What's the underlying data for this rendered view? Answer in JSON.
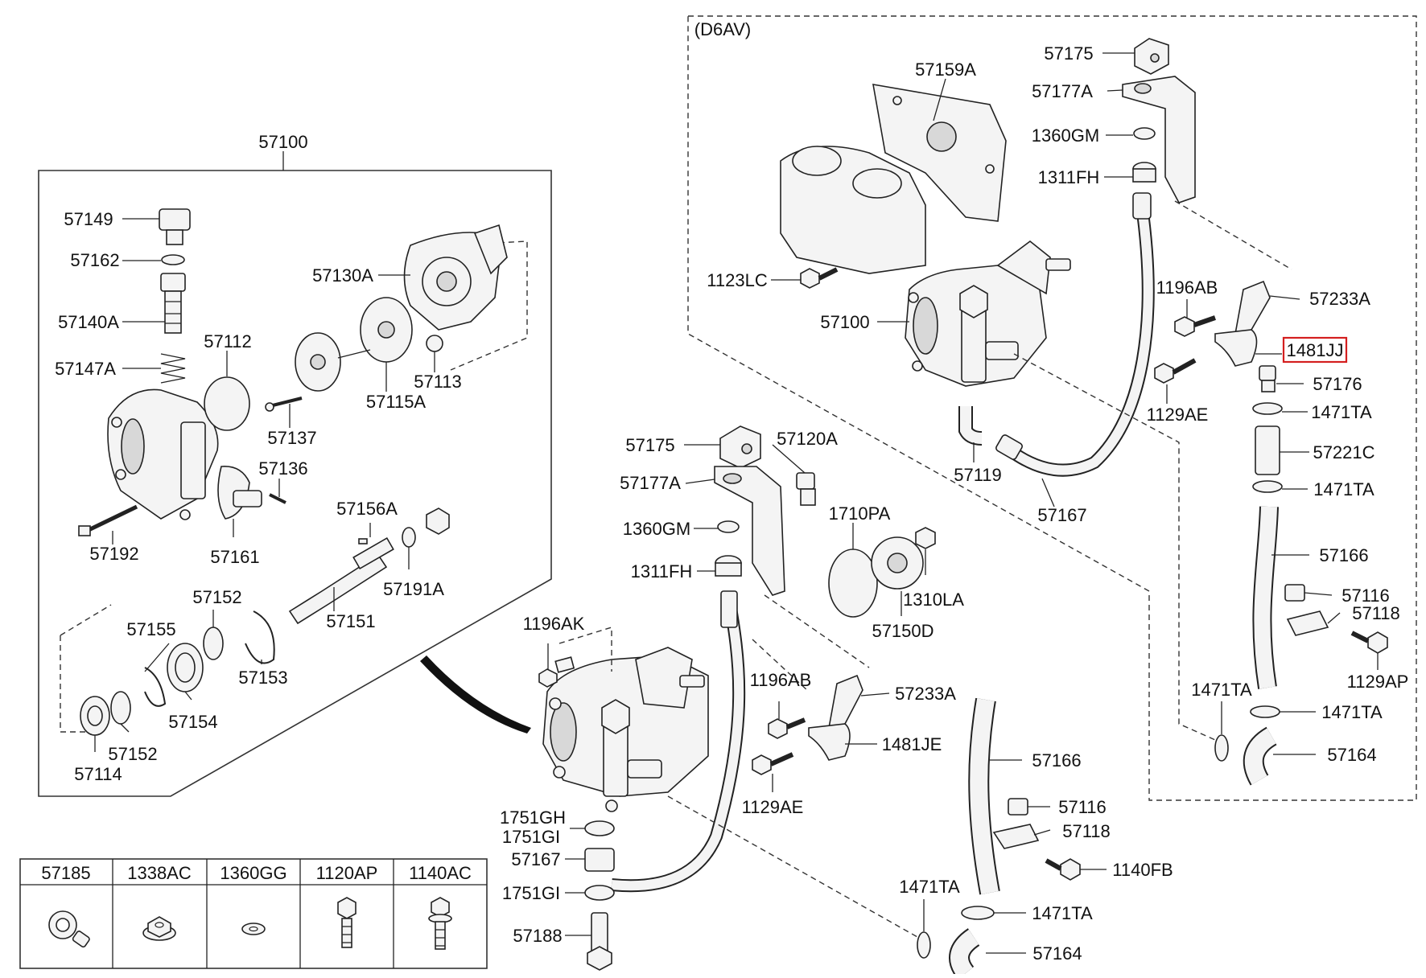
{
  "diagram": {
    "variant_label": "(D6AV)",
    "highlighted_part": "1481JJ",
    "assembly_label": "57100",
    "assembly_parts": [
      "57149",
      "57162",
      "57140A",
      "57147A",
      "57112",
      "57130A",
      "57113",
      "57115A",
      "57137",
      "57136",
      "57192",
      "57161",
      "57156A",
      "57191A",
      "57151",
      "57152",
      "57155",
      "57153",
      "57154",
      "57114"
    ],
    "main_parts": [
      "57175",
      "57120A",
      "57177A",
      "1360GM",
      "1311FH",
      "1710PA",
      "1310LA",
      "57150D",
      "1196AK",
      "1196AB",
      "57233A",
      "1481JE",
      "1129AE",
      "57166",
      "57116",
      "57118",
      "1140FB",
      "1471TA",
      "57164",
      "1751GH",
      "1751GI",
      "57167",
      "57188"
    ],
    "d6av_parts": [
      "57175",
      "57159A",
      "57177A",
      "1360GM",
      "1311FH",
      "1123LC",
      "57100",
      "1196AB",
      "57233A",
      "1481JJ",
      "57176",
      "1129AE",
      "1471TA",
      "57221C",
      "57119",
      "57167",
      "57166",
      "57116",
      "57118",
      "1129AP",
      "57164"
    ],
    "legend_table": {
      "headers": [
        "57185",
        "1338AC",
        "1360GG",
        "1120AP",
        "1140AC"
      ],
      "icons": [
        "eye-bolt-icon",
        "flange-nut-icon",
        "spring-washer-icon",
        "bolt-icon",
        "flange-bolt-icon"
      ]
    }
  }
}
